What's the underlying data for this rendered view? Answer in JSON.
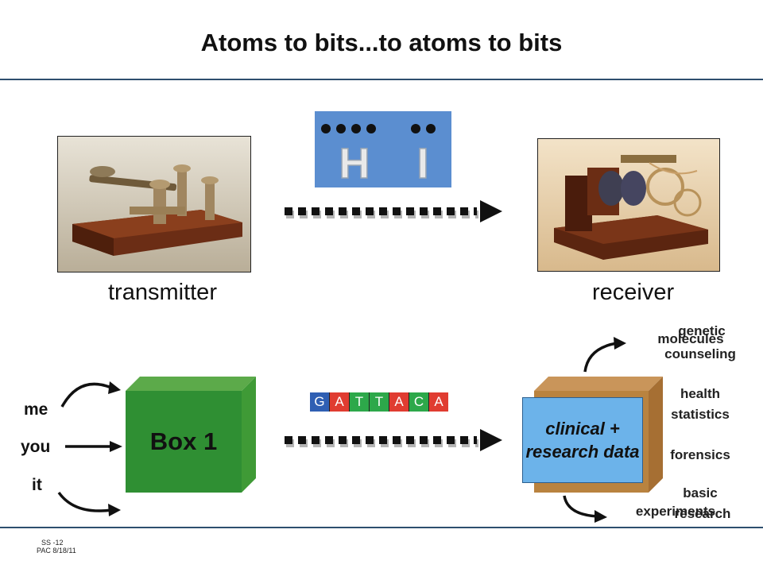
{
  "slide": {
    "title": "Atoms to bits...to atoms to bits",
    "transmitter_label": "transmitter",
    "receiver_label": "receiver",
    "morse_letters": [
      "H",
      "I"
    ],
    "box_label": "Box 1",
    "inputs": [
      "me",
      "you",
      "it"
    ],
    "data_box_label": "clinical + research data",
    "dna_sequence": [
      "G",
      "A",
      "T",
      "T",
      "A",
      "C",
      "A"
    ],
    "dna_colors": [
      "#2f5fb3",
      "#e03c31",
      "#2da84a",
      "#2da84a",
      "#e03c31",
      "#2da84a",
      "#e03c31"
    ],
    "outputs": {
      "genetic": "genetic",
      "molecules": "molecules",
      "counseling": "counseling",
      "health": "health",
      "statistics": "statistics",
      "forensics": "forensics",
      "basic": "basic",
      "research": "research",
      "experiments": "experiments"
    },
    "footer_line1": "SS -12",
    "footer_line2": "PAC 8/18/11"
  }
}
